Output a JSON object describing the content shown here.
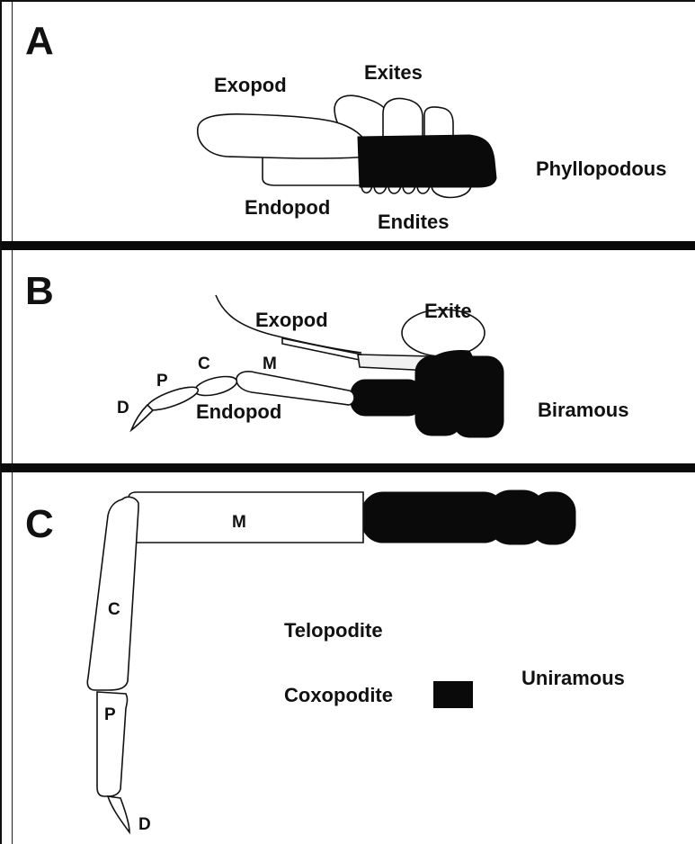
{
  "panels": {
    "a": {
      "letter": "A",
      "exopod": "Exopod",
      "exites": "Exites",
      "endopod": "Endopod",
      "endites": "Endites",
      "type": "Phyllopodous"
    },
    "b": {
      "letter": "B",
      "exopod": "Exopod",
      "exite": "Exite",
      "endopod": "Endopod",
      "seg_d": "D",
      "seg_p": "P",
      "seg_c": "C",
      "seg_m": "M",
      "type": "Biramous"
    },
    "c": {
      "letter": "C",
      "seg_m": "M",
      "seg_c": "C",
      "seg_p": "P",
      "seg_d": "D",
      "legend_telopodite": "Telopodite",
      "legend_coxopodite": "Coxopodite",
      "type": "Uniramous"
    }
  },
  "colors": {
    "coxopodite": "#0a0a0a",
    "telopodite": "#ffffff",
    "divider": "#0a0a0a"
  }
}
